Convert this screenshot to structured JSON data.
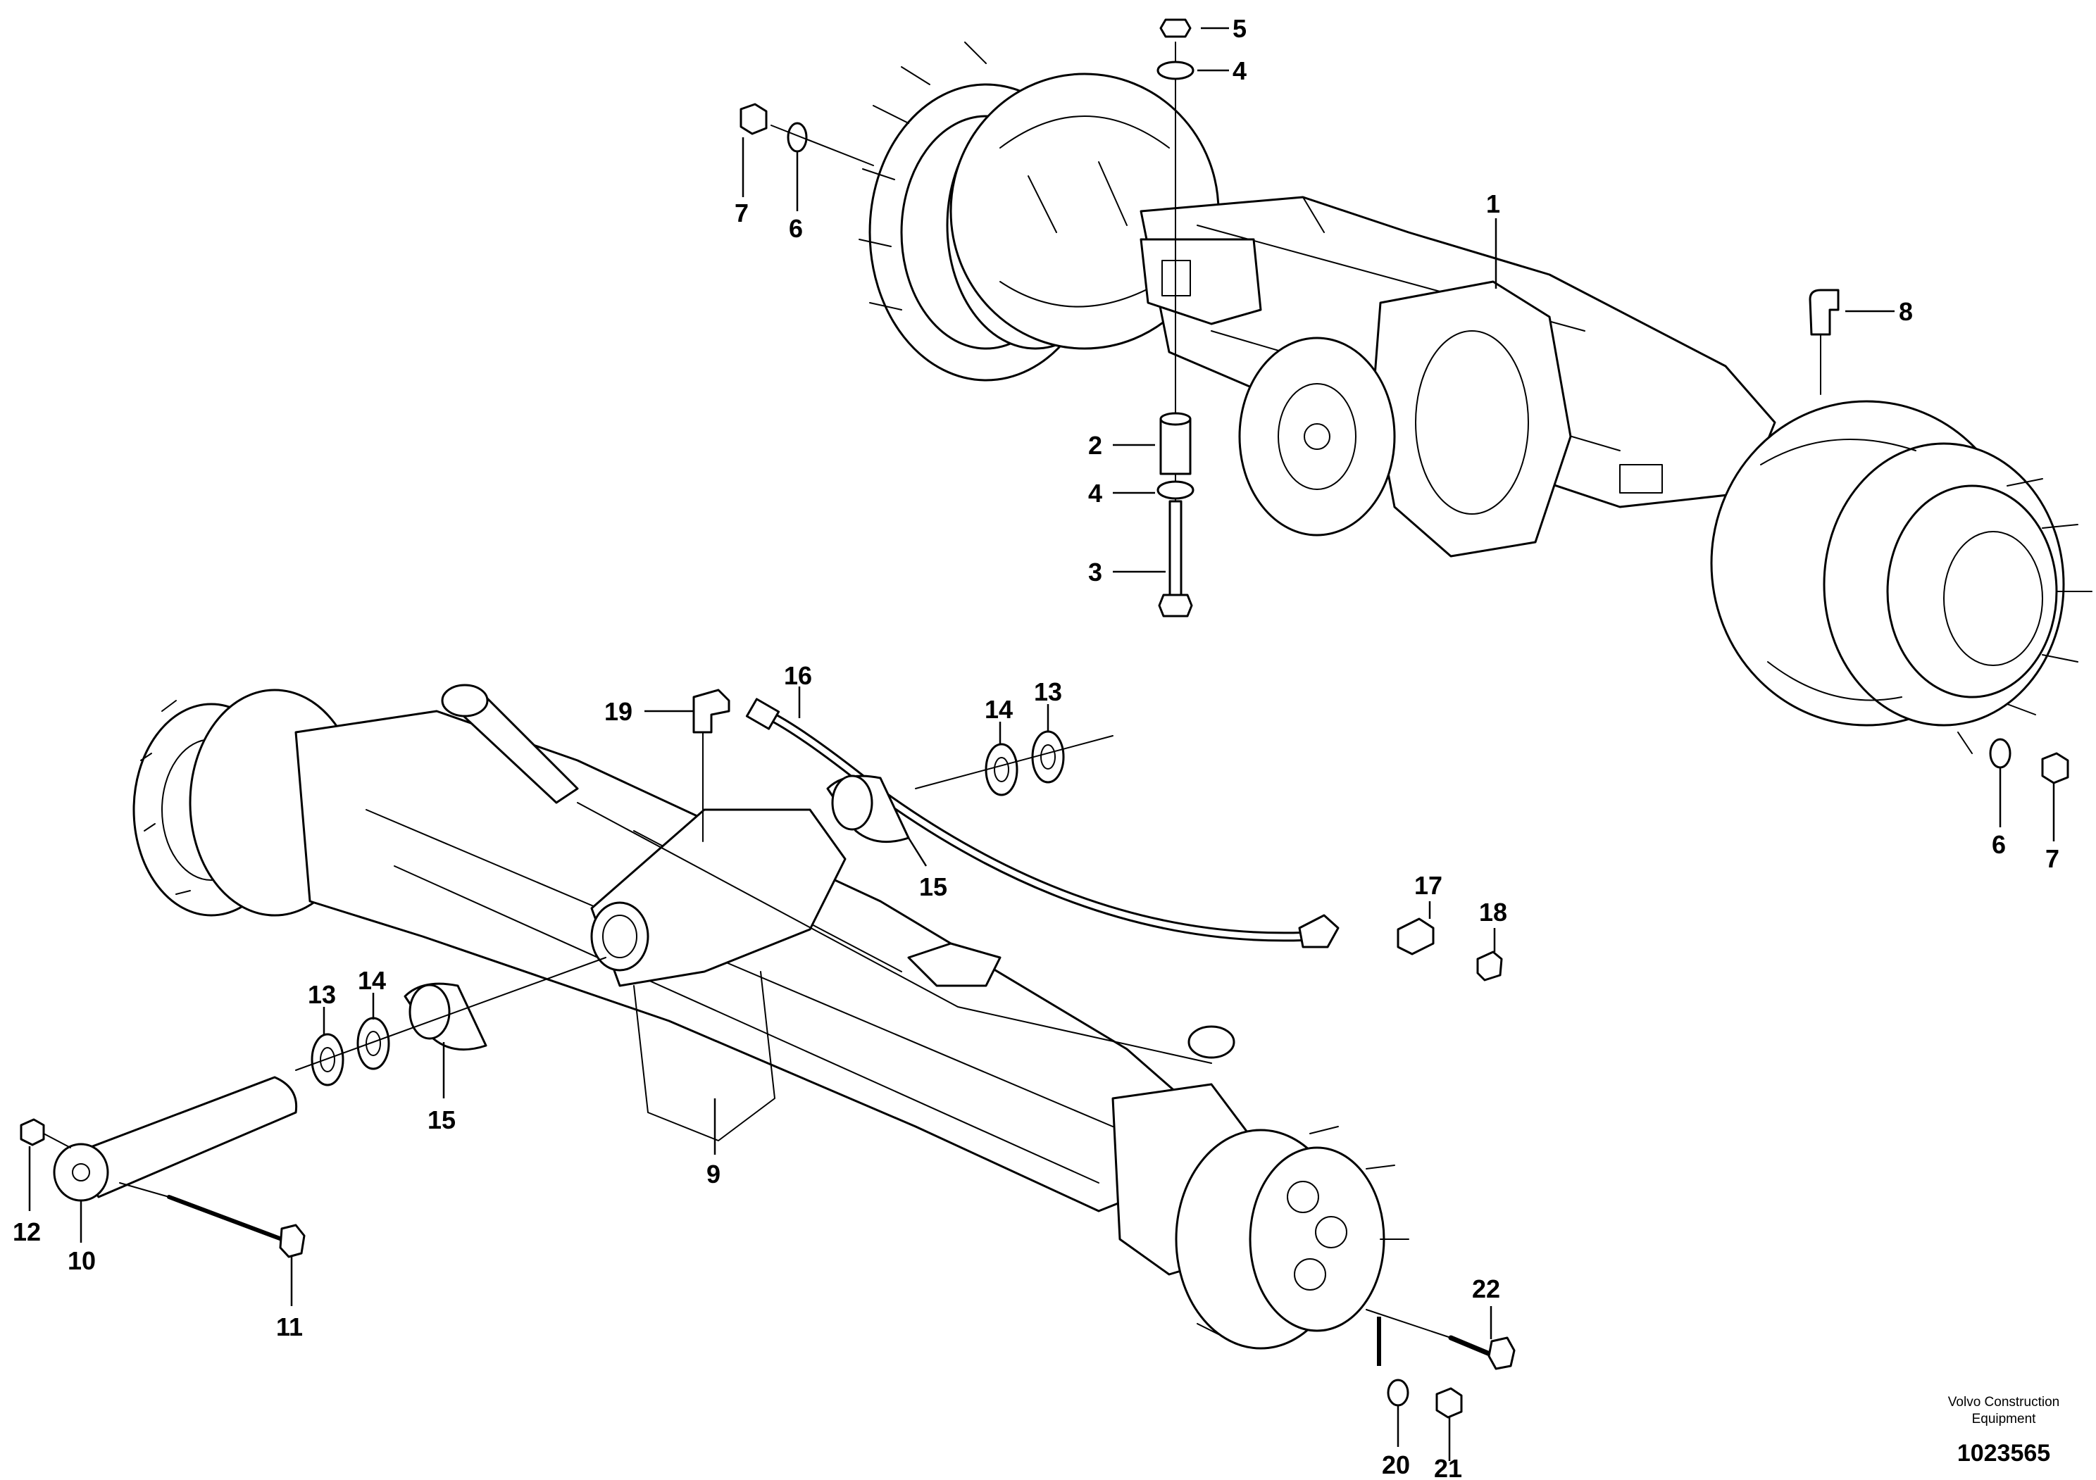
{
  "diagram": {
    "callouts": {
      "c1": "1",
      "c2": "2",
      "c3": "3",
      "c4a": "4",
      "c4b": "4",
      "c5": "5",
      "c6a": "6",
      "c6b": "6",
      "c7a": "7",
      "c7b": "7",
      "c8": "8",
      "c9": "9",
      "c10": "10",
      "c11": "11",
      "c12": "12",
      "c13a": "13",
      "c13b": "13",
      "c14a": "14",
      "c14b": "14",
      "c15a": "15",
      "c15b": "15",
      "c16": "16",
      "c17": "17",
      "c18": "18",
      "c19": "19",
      "c20": "20",
      "c21": "21",
      "c22": "22"
    },
    "brand_line1": "Volvo Construction",
    "brand_line2": "Equipment",
    "document_number": "1023565"
  }
}
